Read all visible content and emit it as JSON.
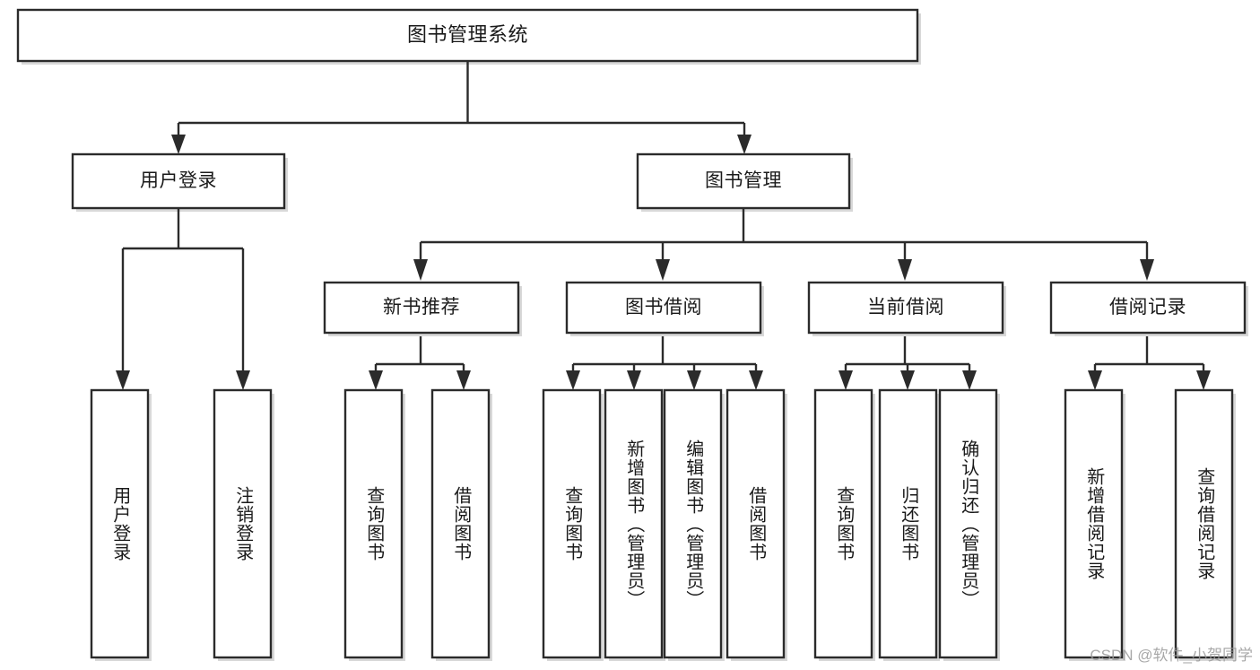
{
  "diagram": {
    "title": "图书管理系统",
    "type": "tree",
    "theme": {
      "background": "#ffffff",
      "box_fill": "#ffffff",
      "box_stroke": "#2b2b2b",
      "connector": "#2b2b2b",
      "text": "#1a1a1a",
      "watermark": "#9a9a9a"
    },
    "levels": {
      "root": [
        "图书管理系统"
      ],
      "level2": [
        "用户登录",
        "图书管理"
      ],
      "level3": [
        "新书推荐",
        "图书借阅",
        "当前借阅",
        "借阅记录"
      ],
      "leaves": [
        "用户登录",
        "注销登录",
        "查询图书",
        "借阅图书",
        "查询图书",
        "新增图书（管理员）",
        "编辑图书（管理员）",
        "借阅图书",
        "查询图书",
        "归还图书",
        "确认归还（管理员）",
        "新增借阅记录",
        "查询借阅记录"
      ]
    },
    "nodes": {
      "root": {
        "label": "图书管理系统"
      },
      "user_login": {
        "label": "用户登录"
      },
      "book_manage": {
        "label": "图书管理"
      },
      "new_book_rec": {
        "label": "新书推荐"
      },
      "book_borrow": {
        "label": "图书借阅"
      },
      "current_borrow": {
        "label": "当前借阅"
      },
      "borrow_record": {
        "label": "借阅记录"
      },
      "leaf_user_login": {
        "label": "用户登录"
      },
      "leaf_logout": {
        "label": "注销登录"
      },
      "leaf_query_book_1": {
        "label": "查询图书"
      },
      "leaf_borrow_book_1": {
        "label": "借阅图书"
      },
      "leaf_query_book_2": {
        "label": "查询图书"
      },
      "leaf_add_book": {
        "label": "新增图书（管理员）"
      },
      "leaf_edit_book": {
        "label": "编辑图书（管理员）"
      },
      "leaf_borrow_book_2": {
        "label": "借阅图书"
      },
      "leaf_query_book_3": {
        "label": "查询图书"
      },
      "leaf_return_book": {
        "label": "归还图书"
      },
      "leaf_confirm_return": {
        "label": "确认归还（管理员）"
      },
      "leaf_add_record": {
        "label": "新增借阅记录"
      },
      "leaf_query_record": {
        "label": "查询借阅记录"
      }
    },
    "edges": [
      {
        "from": "root",
        "to": "user_login"
      },
      {
        "from": "root",
        "to": "book_manage"
      },
      {
        "from": "user_login",
        "to": "leaf_user_login"
      },
      {
        "from": "user_login",
        "to": "leaf_logout"
      },
      {
        "from": "book_manage",
        "to": "new_book_rec"
      },
      {
        "from": "book_manage",
        "to": "book_borrow"
      },
      {
        "from": "book_manage",
        "to": "current_borrow"
      },
      {
        "from": "book_manage",
        "to": "borrow_record"
      },
      {
        "from": "new_book_rec",
        "to": "leaf_query_book_1"
      },
      {
        "from": "new_book_rec",
        "to": "leaf_borrow_book_1"
      },
      {
        "from": "book_borrow",
        "to": "leaf_query_book_2"
      },
      {
        "from": "book_borrow",
        "to": "leaf_add_book"
      },
      {
        "from": "book_borrow",
        "to": "leaf_edit_book"
      },
      {
        "from": "book_borrow",
        "to": "leaf_borrow_book_2"
      },
      {
        "from": "current_borrow",
        "to": "leaf_query_book_3"
      },
      {
        "from": "current_borrow",
        "to": "leaf_return_book"
      },
      {
        "from": "current_borrow",
        "to": "leaf_confirm_return"
      },
      {
        "from": "borrow_record",
        "to": "leaf_add_record"
      },
      {
        "from": "borrow_record",
        "to": "leaf_query_record"
      }
    ]
  },
  "watermark": {
    "text": "CSDN @软件_小贺同学"
  }
}
